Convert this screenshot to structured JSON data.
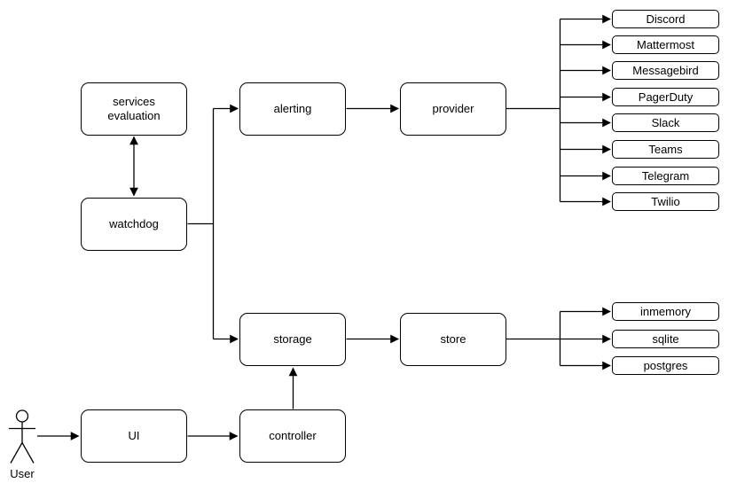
{
  "diagram": {
    "background": "#ffffff",
    "stroke_color": "#000000",
    "node_fill": "#ffffff",
    "nodes": {
      "services_evaluation": {
        "label": "services evaluation"
      },
      "watchdog": {
        "label": "watchdog"
      },
      "alerting": {
        "label": "alerting"
      },
      "provider": {
        "label": "provider"
      },
      "storage": {
        "label": "storage"
      },
      "store": {
        "label": "store"
      },
      "ui": {
        "label": "UI"
      },
      "controller": {
        "label": "controller"
      }
    },
    "provider_targets": [
      "Discord",
      "Mattermost",
      "Messagebird",
      "PagerDuty",
      "Slack",
      "Teams",
      "Telegram",
      "Twilio"
    ],
    "store_targets": [
      "inmemory",
      "sqlite",
      "postgres"
    ],
    "actor": {
      "label": "User"
    },
    "edges": [
      {
        "from": "watchdog",
        "to": "services_evaluation",
        "type": "bidirectional"
      },
      {
        "from": "watchdog",
        "to": "alerting",
        "type": "arrow"
      },
      {
        "from": "watchdog",
        "to": "storage",
        "type": "arrow"
      },
      {
        "from": "alerting",
        "to": "provider",
        "type": "arrow"
      },
      {
        "from": "provider",
        "to_each": "provider_targets",
        "type": "arrow"
      },
      {
        "from": "storage",
        "to": "store",
        "type": "arrow"
      },
      {
        "from": "store",
        "to_each": "store_targets",
        "type": "arrow"
      },
      {
        "from": "user",
        "to": "ui",
        "type": "arrow"
      },
      {
        "from": "ui",
        "to": "controller",
        "type": "arrow"
      },
      {
        "from": "controller",
        "to": "storage",
        "type": "arrow"
      }
    ]
  }
}
